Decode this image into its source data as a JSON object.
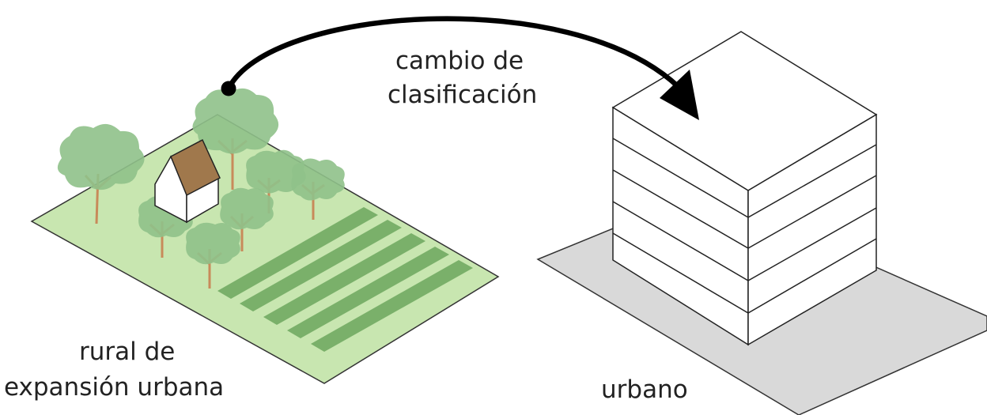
{
  "labels": {
    "change_line1": "cambio de",
    "change_line2": "clasificación",
    "rural_line1": "rural de",
    "rural_line2": "expansión urbana",
    "urban": "urbano"
  },
  "colors": {
    "field": "#c8e6b0",
    "crop_rows": "#7ab06a",
    "tree_canopy": "#8fc18a",
    "tree_trunk": "#c88a5a",
    "roof": "#a0784c",
    "ground_plot": "#d9d9d9",
    "outline": "#222222",
    "arrow": "#000000"
  },
  "icons": [
    "arrow-icon",
    "house-icon",
    "tree-icon",
    "building-icon"
  ]
}
